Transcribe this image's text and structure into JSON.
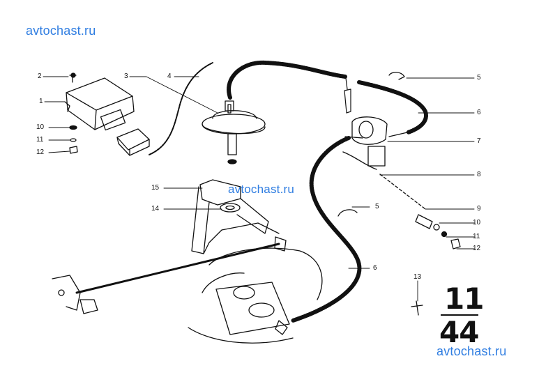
{
  "watermarks": {
    "top_left": "avtochast.ru",
    "center": "avtochast.ru",
    "bottom_right": "avtochast.ru"
  },
  "callouts": {
    "c1": "1",
    "c2": "2",
    "c3": "3",
    "c4": "4",
    "c5a": "5",
    "c5b": "5",
    "c6a": "6",
    "c6b": "6",
    "c7": "7",
    "c8": "8",
    "c9": "9",
    "c10a": "10",
    "c10b": "10",
    "c11a": "11",
    "c11b": "11",
    "c12a": "12",
    "c12b": "12",
    "c13": "13",
    "c14": "14",
    "c15": "15"
  },
  "page_number": {
    "top": "11",
    "bottom": "44"
  },
  "colors": {
    "ink": "#111111",
    "watermark": "#2f7de1",
    "background": "#ffffff"
  }
}
